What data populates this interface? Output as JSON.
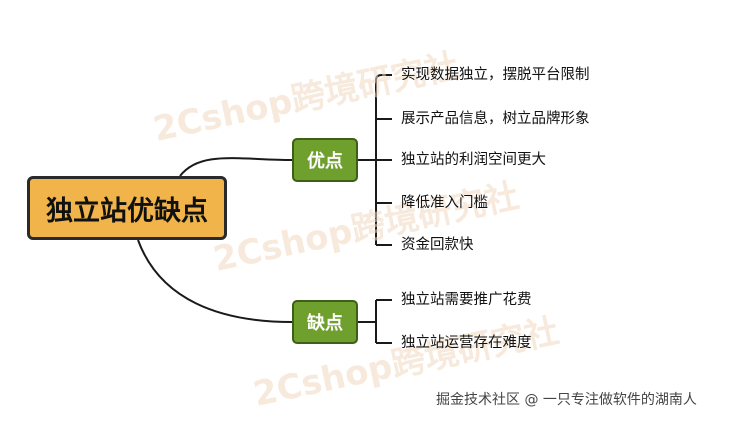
{
  "root": {
    "label": "独立站优缺点"
  },
  "branches": [
    {
      "label": "优点",
      "items": [
        "实现数据独立，摆脱平台限制",
        "展示产品信息，树立品牌形象",
        "独立站的利润空间更大",
        "降低准入门槛",
        "资金回款快"
      ]
    },
    {
      "label": "缺点",
      "items": [
        "独立站需要推广花费",
        "独立站运营存在难度"
      ]
    }
  ],
  "watermark": "2Cshop跨境研究社",
  "credit": "掘金技术社区 @ 一只专注做软件的湖南人",
  "colors": {
    "root_fill": "#f0b44a",
    "branch_fill": "#6fa02e",
    "line": "#1a1a1a"
  }
}
